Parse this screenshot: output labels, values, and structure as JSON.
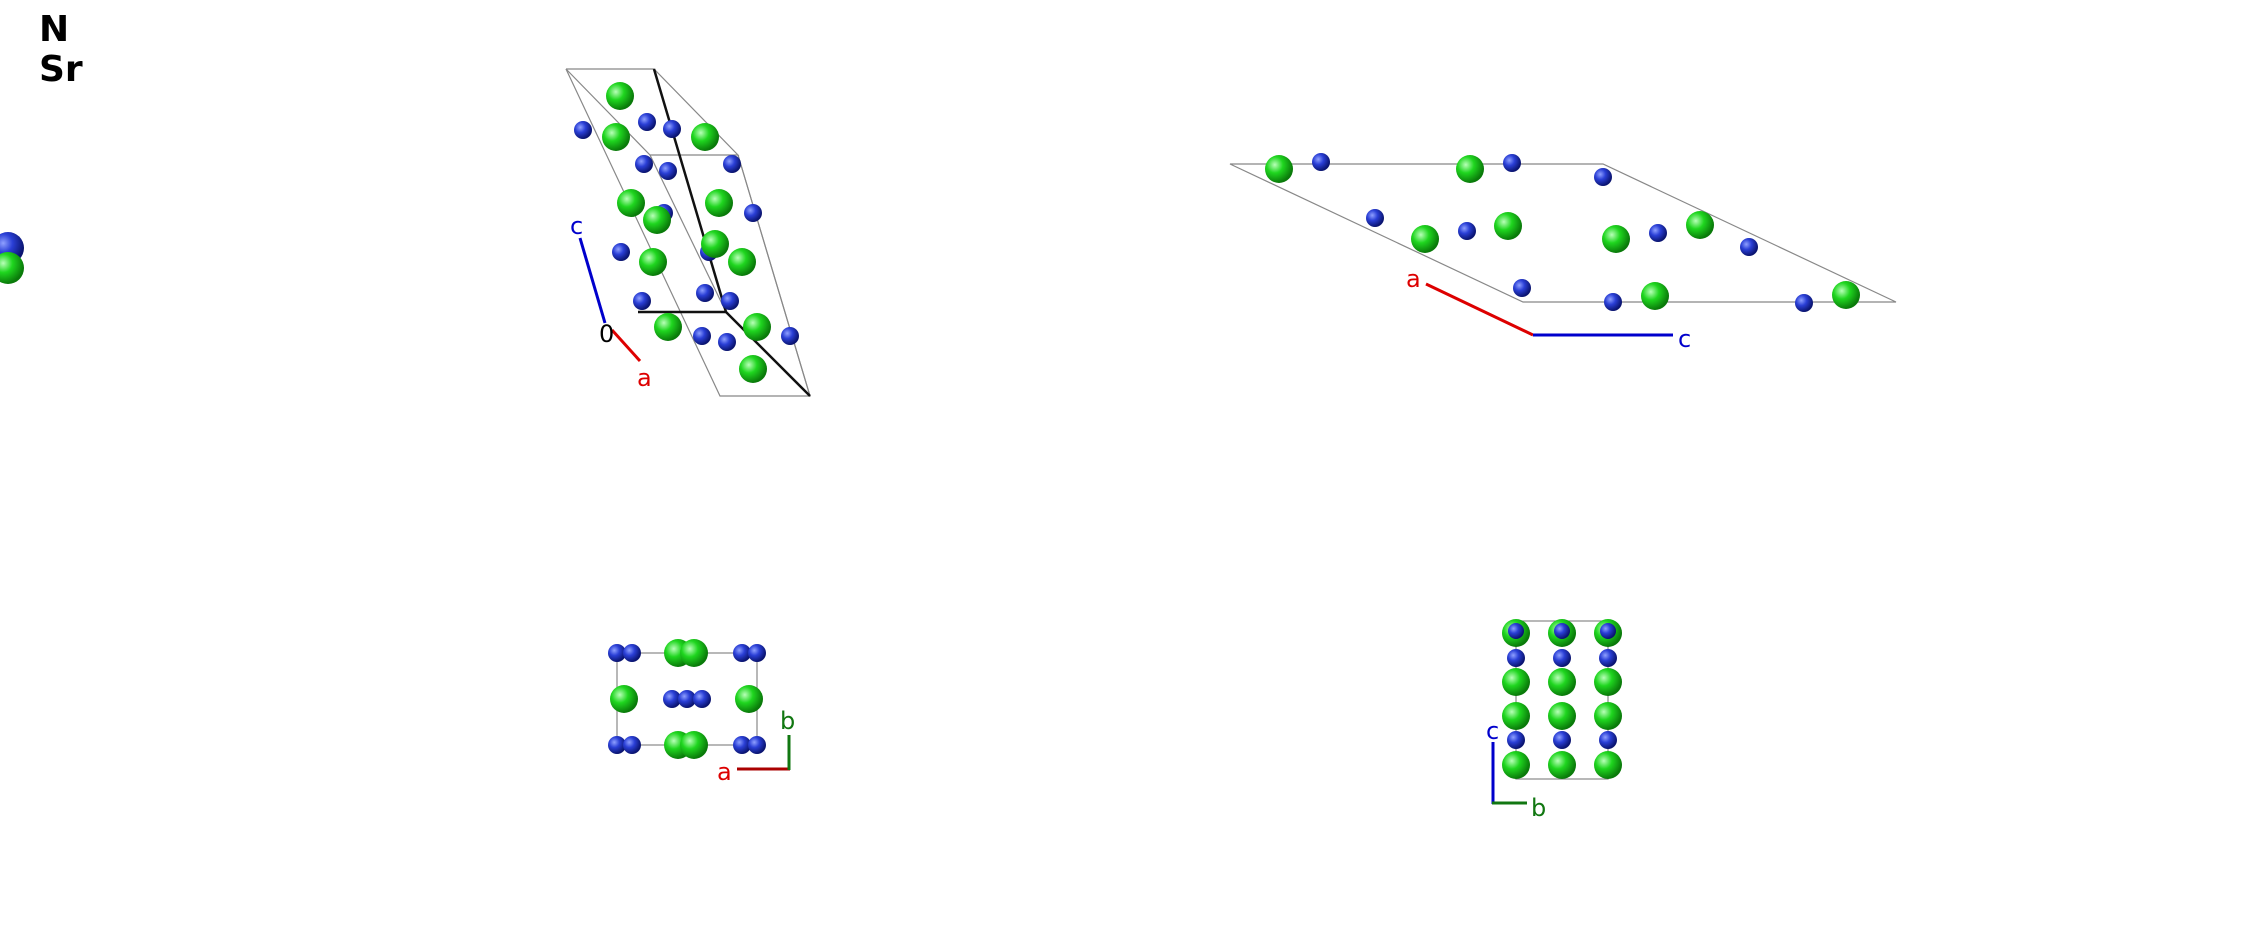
{
  "legend": {
    "items": [
      {
        "symbol": "N",
        "color": "#2233dd"
      },
      {
        "symbol": "Sr",
        "color": "#22dd22"
      }
    ]
  },
  "axes": {
    "a_label": "a",
    "b_label": "b",
    "c_label": "c",
    "origin_label": "0",
    "a_color": "#dd0000",
    "b_color": "#117711",
    "c_color": "#0000cc"
  },
  "views": [
    {
      "name": "perspective-view",
      "axes_shown": [
        "a",
        "c"
      ],
      "origin_shown": true
    },
    {
      "name": "projection-along-b",
      "axes_shown": [
        "a",
        "c"
      ],
      "origin_shown": false
    },
    {
      "name": "projection-along-c",
      "axes_shown": [
        "a",
        "b"
      ],
      "origin_shown": false
    },
    {
      "name": "projection-along-a",
      "axes_shown": [
        "c",
        "b"
      ],
      "origin_shown": false
    }
  ],
  "colors": {
    "nitrogen": "#2a3fd6",
    "strontium": "#1fd61f",
    "cell_edge": "#888888"
  }
}
